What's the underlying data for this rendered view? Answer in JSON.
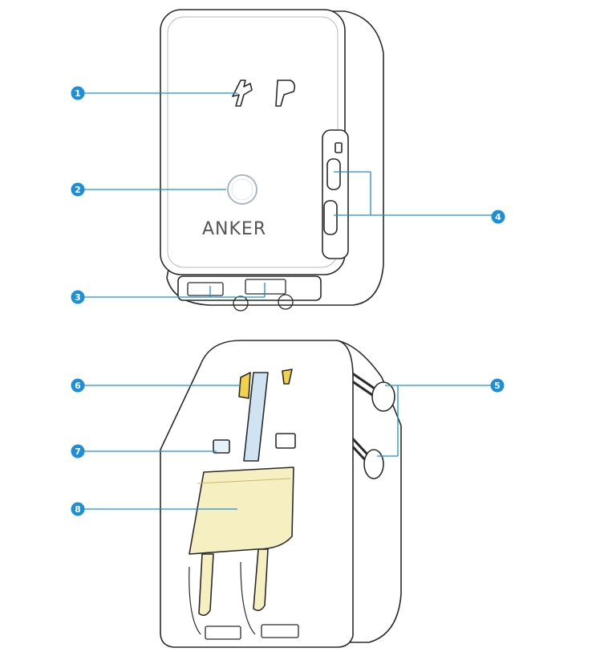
{
  "brand_text": "ANKER",
  "colors": {
    "callout": "#1d8fd6",
    "outline": "#2a2a2a",
    "plate": "#f6efc2",
    "pin_yellow": "#f1d24a",
    "blue_tint": "#cfe3f3"
  },
  "callouts": [
    {
      "number": "1"
    },
    {
      "number": "2"
    },
    {
      "number": "3"
    },
    {
      "number": "4"
    },
    {
      "number": "5"
    },
    {
      "number": "6"
    },
    {
      "number": "7"
    },
    {
      "number": "8"
    }
  ]
}
